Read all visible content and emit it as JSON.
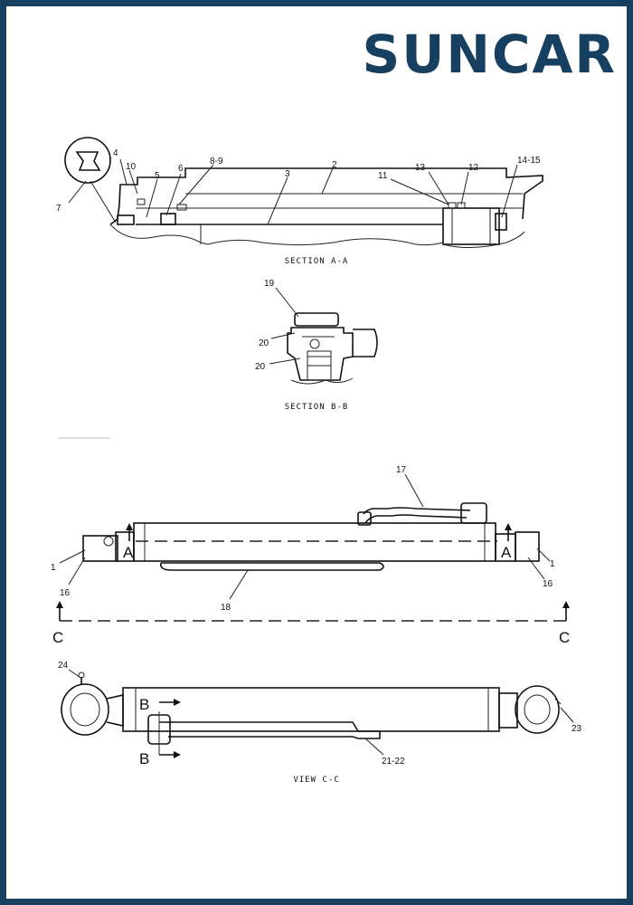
{
  "brand": {
    "logo_text": "SUNCAR",
    "logo_color": "#173f5f"
  },
  "section_aa": {
    "title": "SECTION A-A",
    "callouts": [
      "4",
      "10",
      "5",
      "6",
      "8-9",
      "3",
      "2",
      "11",
      "13",
      "12",
      "14-15",
      "7"
    ]
  },
  "section_bb": {
    "title": "SECTION B-B",
    "callouts": [
      "19",
      "20",
      "20"
    ]
  },
  "side_view": {
    "callouts": [
      "17",
      "1",
      "16",
      "18",
      "1",
      "16"
    ],
    "section_marks": [
      "A",
      "A"
    ],
    "view_marks": [
      "C",
      "C"
    ]
  },
  "view_cc": {
    "title": "VIEW C-C",
    "callouts": [
      "24",
      "23",
      "21-22"
    ],
    "section_marks": [
      "B",
      "B"
    ]
  }
}
